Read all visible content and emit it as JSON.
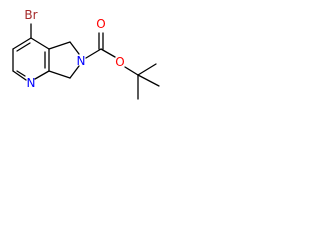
{
  "molecule": {
    "atoms": {
      "br": "Br",
      "n_pyridine": "N",
      "n_ring": "N",
      "o_carbonyl": "O",
      "o_ester": "O"
    },
    "colors": {
      "bromine": "#a52a2a",
      "nitrogen": "#0000ff",
      "oxygen": "#ff0000",
      "bond": "#000000"
    }
  }
}
